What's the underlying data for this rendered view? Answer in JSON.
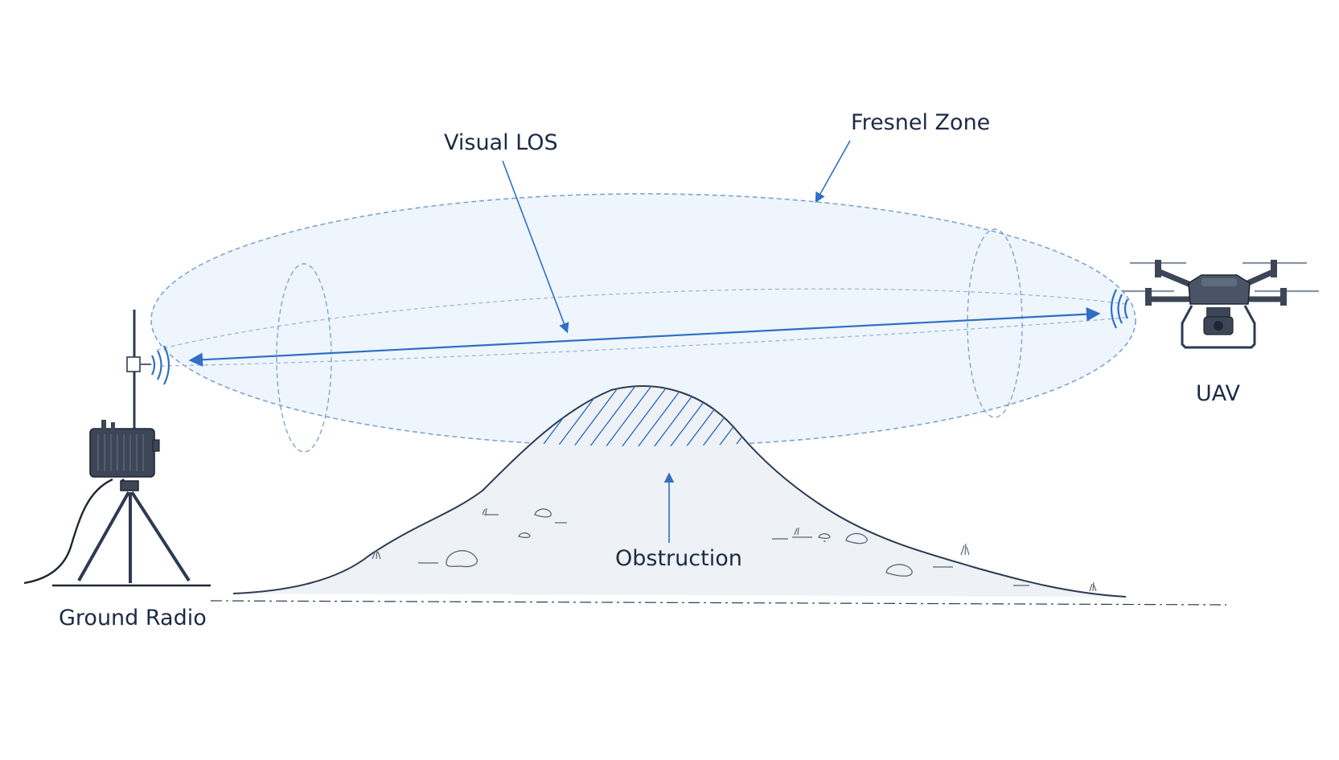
{
  "labels": {
    "visual_los": "Visual LOS",
    "fresnel_zone": "Fresnel Zone",
    "uav": "UAV",
    "obstruction": "Obstruction",
    "ground_radio": "Ground Radio"
  },
  "colors": {
    "link": "#2f6fc6",
    "zone_fill": "#e8f1fb",
    "zone_stroke": "#7fa4d4",
    "hill_fill": "#eef1f5",
    "outline": "#2c3a52",
    "device_body": "#3d4656",
    "text": "#1c2b45"
  },
  "icons": [
    "ground-radio-icon",
    "tripod-icon",
    "antenna-icon",
    "uav-drone-icon",
    "signal-waves-icon"
  ]
}
